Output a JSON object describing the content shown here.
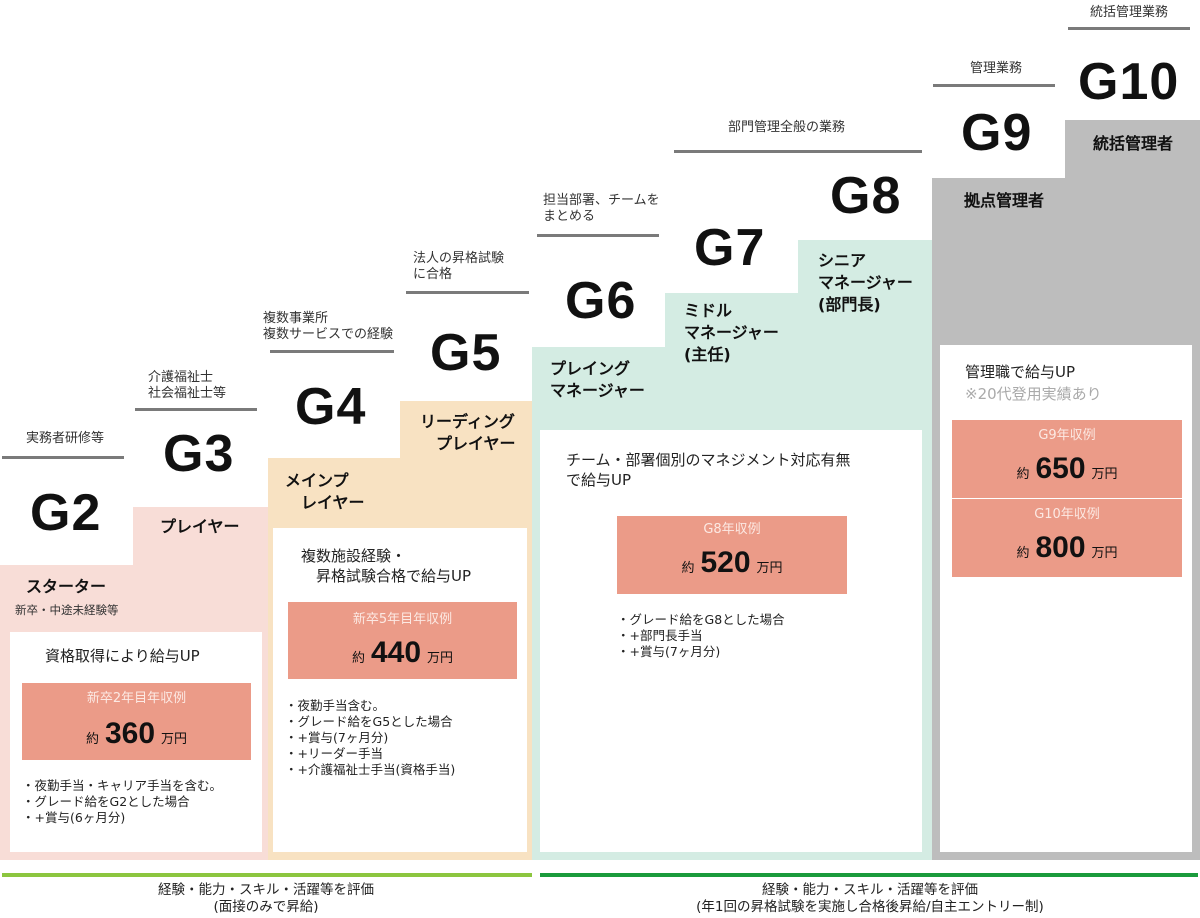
{
  "grades": [
    {
      "id": "G2",
      "requirement": "実務者研修等",
      "role": "スターター",
      "role_sub": "新卒・中途未経験等"
    },
    {
      "id": "G3",
      "requirement": "介護福祉士\n社会福祉士等",
      "role": "プレイヤー"
    },
    {
      "id": "G4",
      "requirement": "複数事業所\n複数サービスでの経験",
      "role": "メインプ\n　レイヤー"
    },
    {
      "id": "G5",
      "requirement": "法人の昇格試験\nに合格",
      "role": "リーディング\n　プレイヤー"
    },
    {
      "id": "G6",
      "requirement": "担当部署、チームを\nまとめる",
      "role": "プレイング\nマネージャー"
    },
    {
      "id": "G7",
      "role": "ミドル\nマネージャー\n(主任)"
    },
    {
      "id": "G8",
      "requirement": "部門管理全般の業務",
      "role": "シニア\nマネージャー\n(部門長)"
    },
    {
      "id": "G9",
      "requirement": "管理業務",
      "role": "拠点管理者"
    },
    {
      "id": "G10",
      "requirement": "統括管理業務",
      "role": "統括管理者"
    }
  ],
  "cards": [
    {
      "heading": "資格取得により給与UP",
      "salaries": [
        {
          "label": "新卒2年目年収例",
          "prefix": "約",
          "value": "360",
          "unit": "万円"
        }
      ],
      "notes": [
        "夜勤手当・キャリア手当を含む。",
        "グレード給をG2とした場合",
        "+賞与(6ヶ月分)"
      ]
    },
    {
      "heading": "複数施設経験・\n　昇格試験合格で給与UP",
      "salaries": [
        {
          "label": "新卒5年目年収例",
          "prefix": "約",
          "value": "440",
          "unit": "万円"
        }
      ],
      "notes": [
        "夜勤手当含む。",
        "グレード給をG5とした場合",
        "+賞与(7ヶ月分)",
        "+リーダー手当",
        "+介護福祉士手当(資格手当)"
      ]
    },
    {
      "heading": "チーム・部署個別のマネジメント対応有無\nで給与UP",
      "salaries": [
        {
          "label": "G8年収例",
          "prefix": "約",
          "value": "520",
          "unit": "万円"
        }
      ],
      "notes": [
        "グレード給をG8とした場合",
        "+部門長手当",
        "+賞与(7ヶ月分)"
      ]
    },
    {
      "heading": "管理職で給与UP",
      "note": "※20代登用実績あり",
      "salaries": [
        {
          "label": "G9年収例",
          "prefix": "約",
          "value": "650",
          "unit": "万円"
        },
        {
          "label": "G10年収例",
          "prefix": "約",
          "value": "800",
          "unit": "万円"
        }
      ]
    }
  ],
  "footer": {
    "left": {
      "line1": "経験・能力・スキル・活躍等を評価",
      "line2": "(面接のみで昇給)",
      "color": "#8cc63f"
    },
    "right": {
      "line1": "経験・能力・スキル・活躍等を評価",
      "line2": "(年1回の昇格試験を実施し合格後昇給/自主エントリー制)",
      "color": "#1a9b3c"
    }
  },
  "colors": {
    "pink": "#f8ddd7",
    "tan": "#f8e2c2",
    "teal": "#d4ece3",
    "gray": "#bdbdbd",
    "salary_box": "#eb9b88"
  }
}
